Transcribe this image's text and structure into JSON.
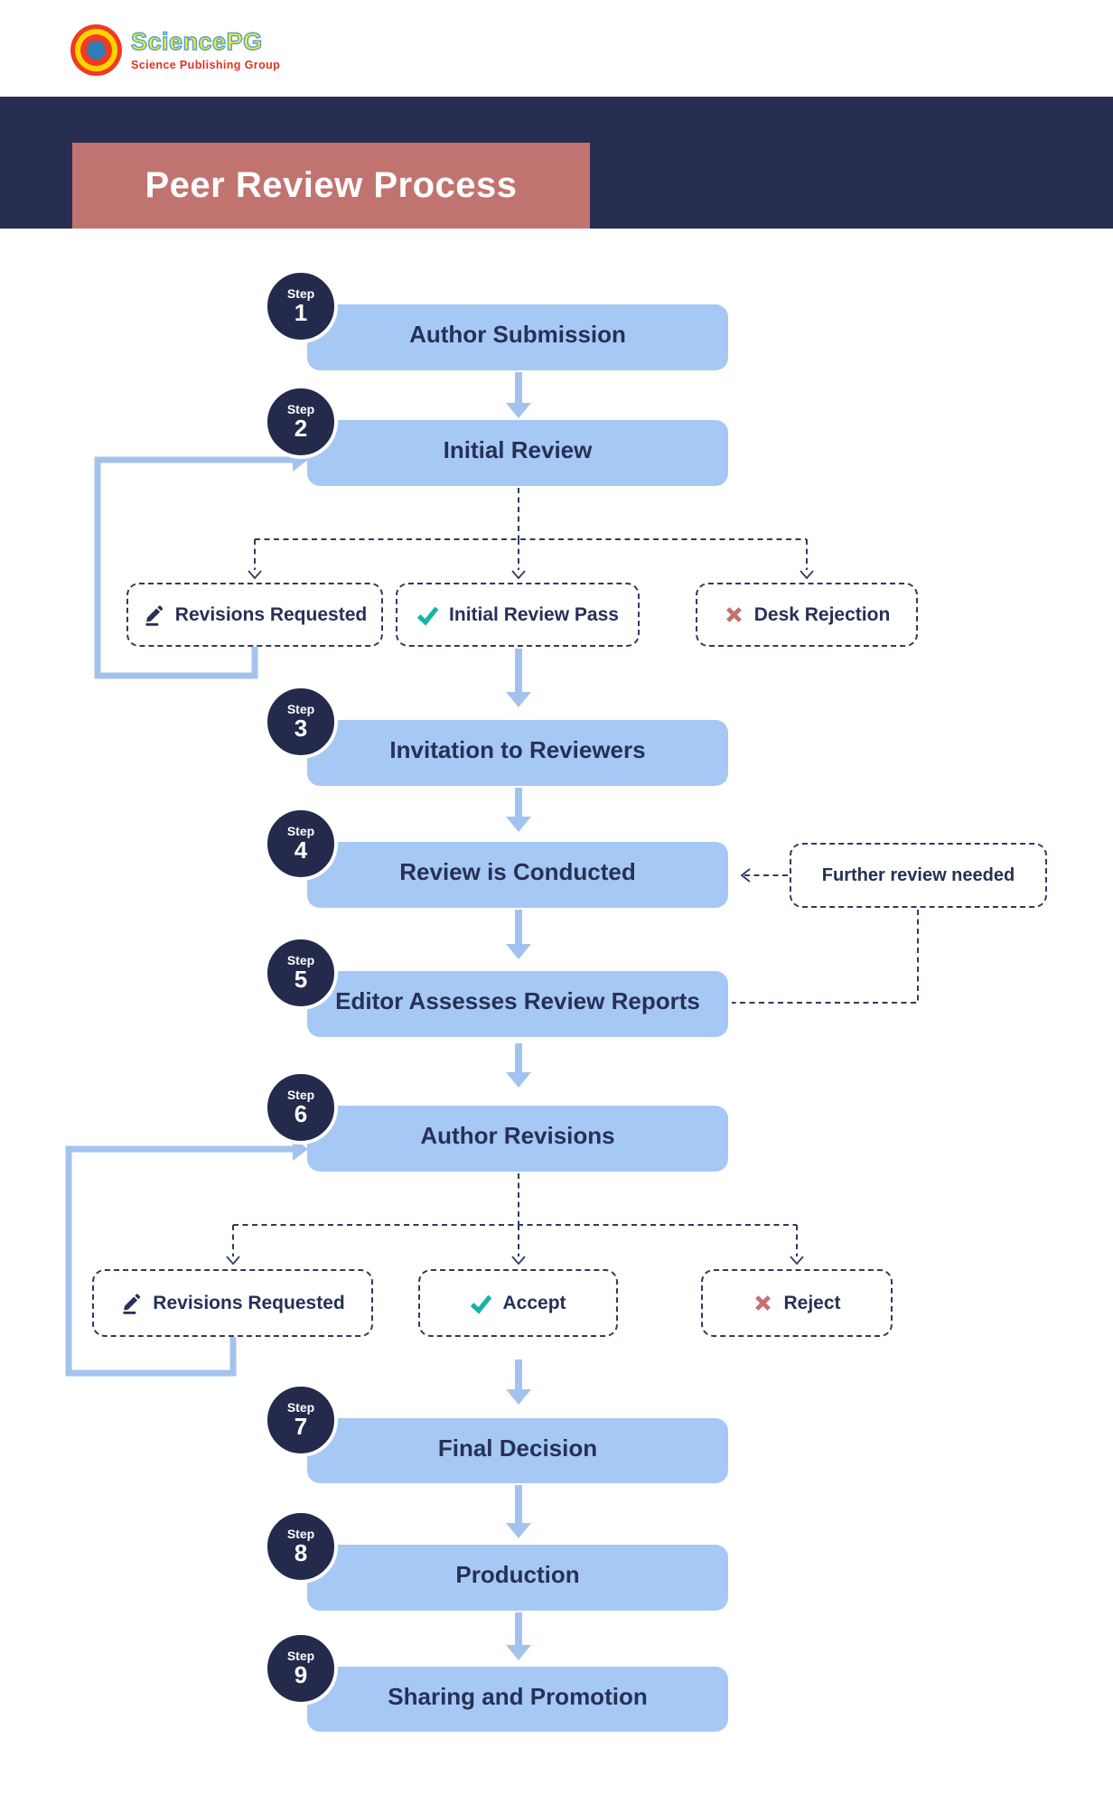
{
  "logo": {
    "name": "SciencePG",
    "tagline": "Science Publishing Group"
  },
  "title": "Peer Review Process",
  "step_label": "Step",
  "steps": [
    {
      "num": "1",
      "label": "Author Submission"
    },
    {
      "num": "2",
      "label": "Initial Review"
    },
    {
      "num": "3",
      "label": "Invitation to Reviewers"
    },
    {
      "num": "4",
      "label": "Review is Conducted"
    },
    {
      "num": "5",
      "label": "Editor Assesses Review Reports"
    },
    {
      "num": "6",
      "label": "Author Revisions"
    },
    {
      "num": "7",
      "label": "Final Decision"
    },
    {
      "num": "8",
      "label": "Production"
    },
    {
      "num": "9",
      "label": "Sharing and Promotion"
    }
  ],
  "branches1": [
    {
      "label": "Revisions Requested",
      "icon": "pencil-icon"
    },
    {
      "label": "Initial Review Pass",
      "icon": "check-icon"
    },
    {
      "label": "Desk Rejection",
      "icon": "x-icon"
    }
  ],
  "branches2": [
    {
      "label": "Revisions Requested",
      "icon": "pencil-icon"
    },
    {
      "label": "Accept",
      "icon": "check-icon"
    },
    {
      "label": "Reject",
      "icon": "x-icon"
    }
  ],
  "side_note": {
    "label": "Further review needed"
  },
  "colors": {
    "navy_band": "#272e52",
    "title_box": "#c17370",
    "box_blue": "#a6c8f5",
    "arrow_blue": "#a3c3ee",
    "line_navy": "#2e3a63",
    "text_navy": "#273056",
    "circle_navy": "#232a4b",
    "teal": "#12b5a5",
    "reject_red": "#c4706f",
    "logo_red": "#f13a21",
    "logo_yellow": "#ffd400",
    "logo_blue": "#2f7cb6",
    "logo_text_yellow": "#fdea2e",
    "logo_text_outline": "#4ba3d6",
    "tagline_red": "#e23222"
  }
}
